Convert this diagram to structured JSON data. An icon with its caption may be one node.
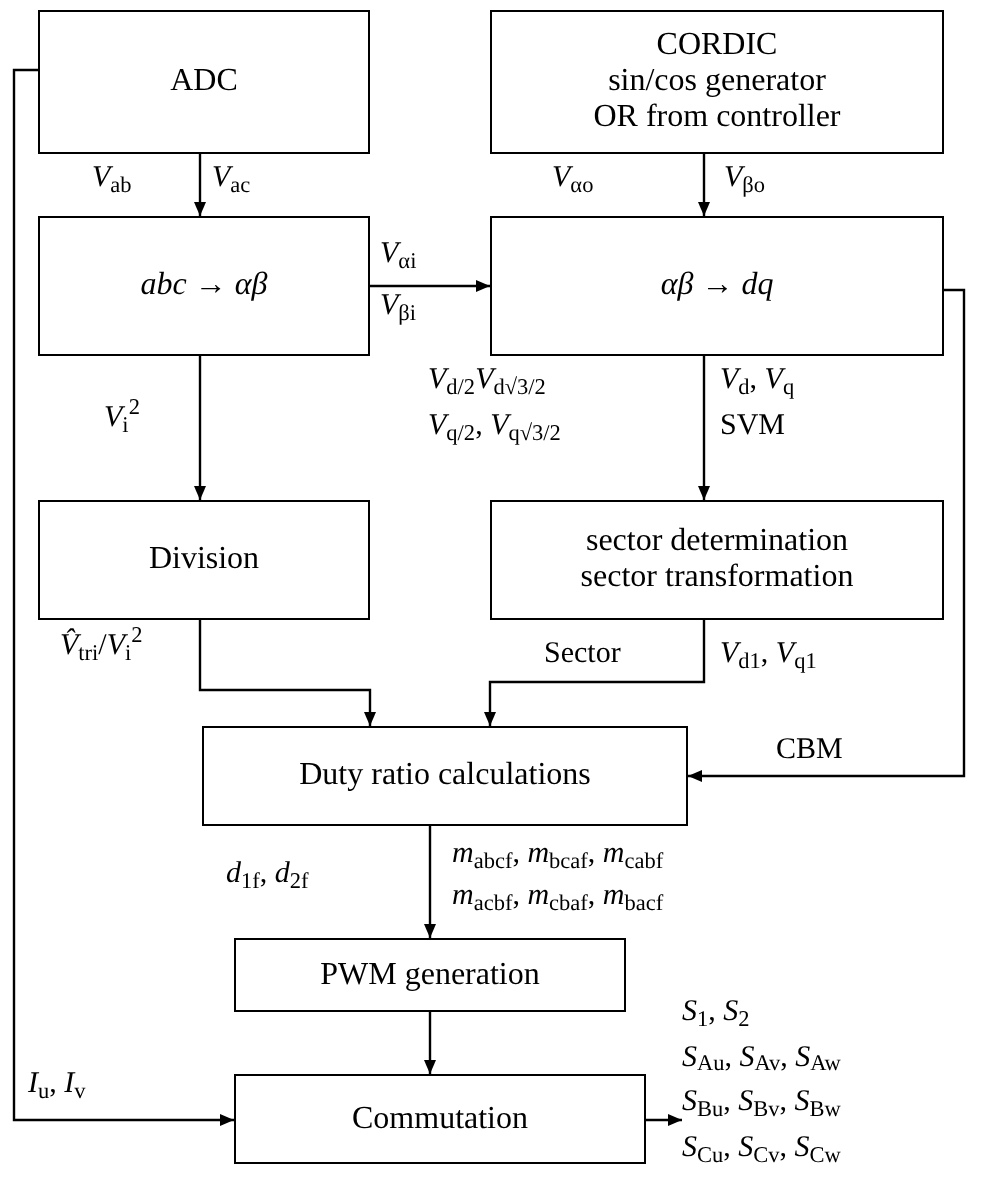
{
  "diagram": {
    "nodes": [
      {
        "text": [
          "ADC"
        ]
      },
      {
        "text": [
          "CORDIC",
          "sin/cos generator",
          "OR from controller"
        ]
      },
      {
        "text": [
          "*abc* → *αβ*"
        ]
      },
      {
        "text": [
          "*αβ* → *dq*"
        ]
      },
      {
        "text": [
          "Division"
        ]
      },
      {
        "text": [
          "sector determination",
          "sector transformation"
        ]
      },
      {
        "text": [
          "Duty ratio calculations"
        ]
      },
      {
        "text": [
          "PWM generation"
        ]
      },
      {
        "text": [
          "Commutation"
        ]
      },
      {
        "text": [
          "*S*$_{1}$, *S*$_{2}$",
          "*S*$_{Au}$, *S*$_{Av}$, *S*$_{Aw}$",
          "*S*$_{Bu}$, *S*$_{Bv}$, *S*$_{Bw}$",
          "*S*$_{Cu}$, *S*$_{Cv}$, *S*$_{Cw}$"
        ]
      }
    ],
    "edges": [
      {
        "from": 0,
        "to": 2,
        "arrow": "to",
        "label": "*V*$_{ab}$"
      },
      {
        "from": 1,
        "to": 3,
        "arrow": "to",
        "label": "*V*$_{αo}$"
      },
      {
        "from": 2,
        "to": 3,
        "arrow": "to",
        "label": "*V*$_{αi}$"
      },
      {
        "from": 2,
        "to": 4,
        "arrow": "to",
        "label": "*V*$_{i}$$^{2}$"
      },
      {
        "from": 3,
        "to": 5,
        "arrow": "to",
        "label": "*V*$_{d}$, *V*$_{q}$"
      },
      {
        "from": 4,
        "to": 6,
        "arrow": "to",
        "label": "*V̂*$_{tri}$/*V*$_{i}$$^{2}$"
      },
      {
        "from": 5,
        "to": 6,
        "arrow": "to",
        "label": "Sector"
      },
      {
        "from": 3,
        "to": 6,
        "arrow": "to",
        "label": "CBM"
      },
      {
        "from": 6,
        "to": 7,
        "arrow": "to",
        "label": "*d*$_{1f}$, *d*$_{2f}$"
      },
      {
        "from": 7,
        "to": 8,
        "arrow": "to"
      },
      {
        "from": 0,
        "to": 8,
        "arrow": "to",
        "label": "*I*$_{u}$, *I*$_{v}$"
      },
      {
        "from": 8,
        "to": 9,
        "arrow": "to"
      }
    ],
    "labels": [
      "*V*$_{ac}$",
      "*V*$_{βo}$",
      "*V*$_{βi}$",
      "*V*$_{d/2}$*V*$_{d√3/2}$",
      "*V*$_{q/2}$, *V*$_{q√3/2}$",
      "SVM",
      "*V*$_{d1}$, *V*$_{q1}$",
      "*m*$_{abcf}$, *m*$_{bcaf}$, *m*$_{cabf}$",
      "*m*$_{acbf}$, *m*$_{cbaf}$, *m*$_{bacf}$"
    ]
  }
}
